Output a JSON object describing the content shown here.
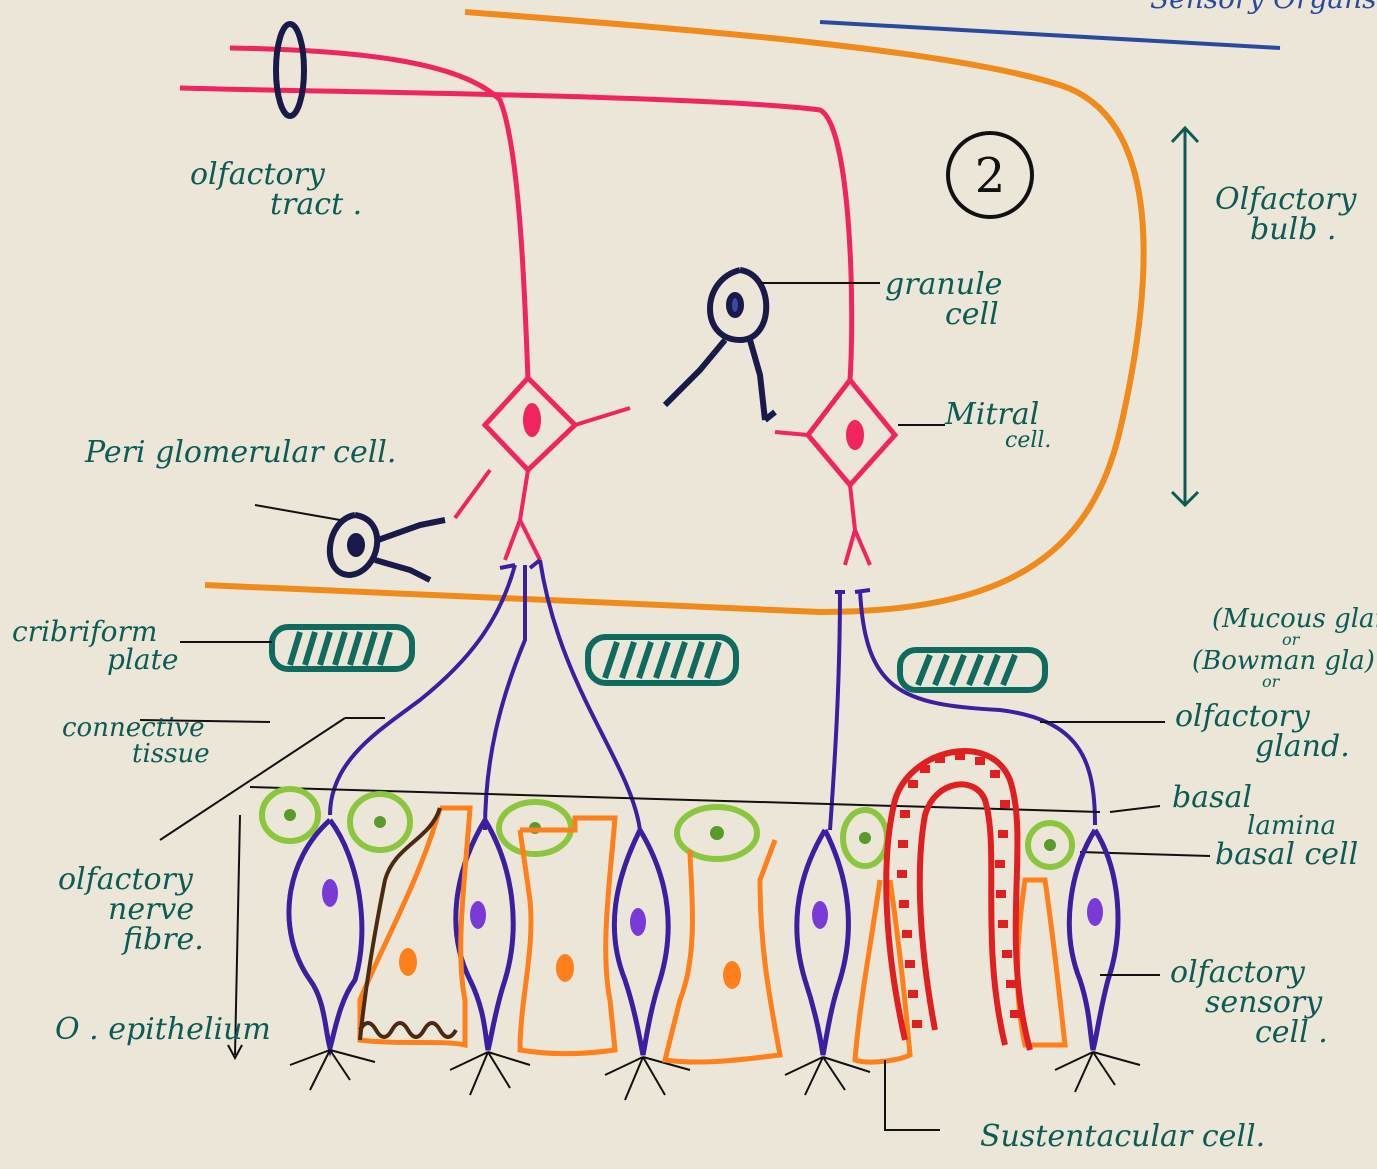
{
  "header": {
    "title_fragment": "Sensory Organs"
  },
  "labels": {
    "olfactory_tract": [
      "olfactory",
      "tract ."
    ],
    "circle_number": "2",
    "olfactory_bulb": [
      "Olfactory",
      "bulb ."
    ],
    "granule_cell": [
      "granule",
      "cell"
    ],
    "mitral_cell": [
      "Mitral",
      "cell."
    ],
    "periglomerular_cell": "Peri glomerular cell.",
    "cribriform_plate": [
      "cribriform",
      "plate"
    ],
    "mucous_gland_note": [
      "(Mucous gland",
      "or",
      "(Bowman gla)",
      "or"
    ],
    "olfactory_gland": [
      "olfactory",
      "gland."
    ],
    "connective_tissue": [
      "connective",
      "tissue"
    ],
    "basal_lamina": [
      "basal",
      "lamina"
    ],
    "basal_cell": "basal cell",
    "olfactory_nerve_fibre": [
      "olfactory",
      "nerve",
      "fibre."
    ],
    "o_epithelium": "O . epithelium",
    "olfactory_sensory_cell": [
      "olfactory",
      "sensory",
      "cell ."
    ],
    "sustentacular_cell": "Sustentacular cell."
  },
  "colors": {
    "paper": "#ece6d8",
    "ink_teal": "#0b5c55",
    "neuron_pink": "#f0245f",
    "bulb_orange": "#f08a1a",
    "sensory_purple": "#3a1fa0",
    "basal_green": "#8cc63e",
    "gland_red": "#e02020",
    "plate_teal": "#0e6b5e",
    "granule_navy": "#1a1a4a",
    "sustentacular_orange": "#ff7f1a"
  }
}
